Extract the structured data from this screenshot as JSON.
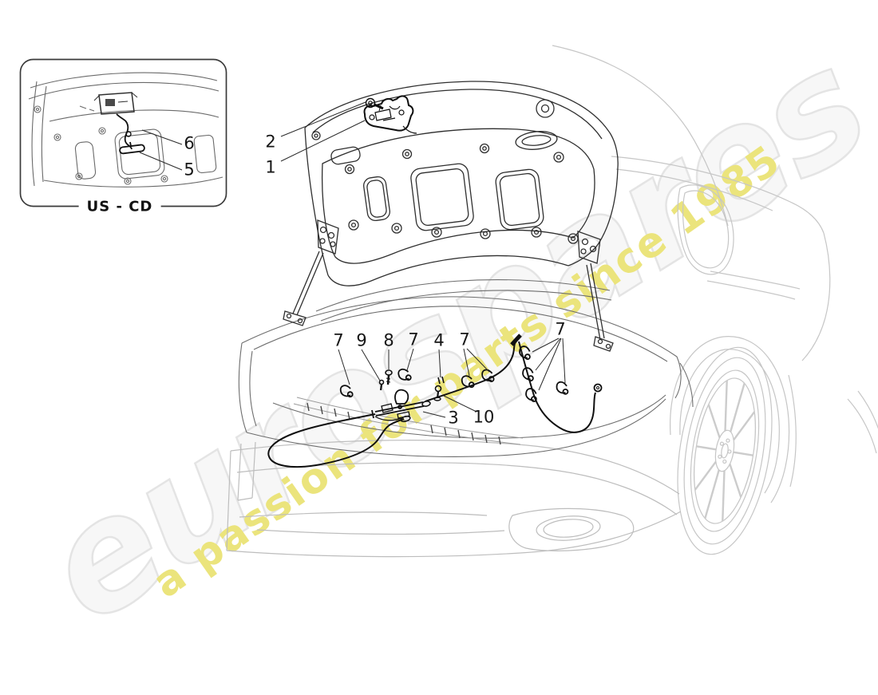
{
  "watermark": {
    "brand_text": "eurospares",
    "tagline_text": "a passion for parts since 1985",
    "brand_outline_color": "#e4e4e4",
    "brand_fill_color": "#f7f7f7",
    "tagline_color": "#ebe47c"
  },
  "inset": {
    "label": "US - CD",
    "callouts": [
      {
        "label": "6"
      },
      {
        "label": "5"
      }
    ]
  },
  "diagram": {
    "subject": "rear lid opening control line drawing",
    "dark_line_color": "#2f2f2f",
    "body_line_color": "#c6c6c6",
    "callouts": [
      {
        "label": "2"
      },
      {
        "label": "1"
      },
      {
        "label": "7"
      },
      {
        "label": "9"
      },
      {
        "label": "8"
      },
      {
        "label": "7"
      },
      {
        "label": "4"
      },
      {
        "label": "7"
      },
      {
        "label": "7"
      },
      {
        "label": "3"
      },
      {
        "label": "10"
      }
    ]
  }
}
